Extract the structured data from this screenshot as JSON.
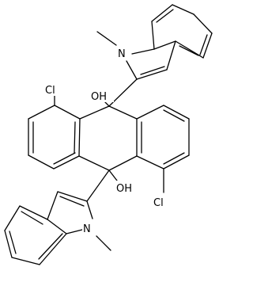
{
  "atoms": {
    "n1": "N",
    "n1_methyl": "",
    "cl1": "Cl",
    "oh1": "OH",
    "oh2": "OH",
    "cl2": "Cl",
    "n2": "N"
  },
  "colors": {
    "bond": "#000000",
    "background": "#ffffff"
  }
}
